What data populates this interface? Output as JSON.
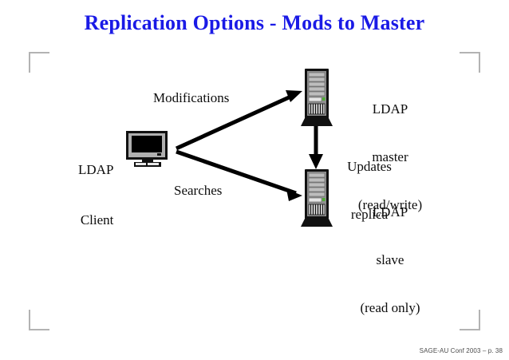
{
  "slide": {
    "title": "Replication Options - Mods to Master",
    "title_color": "#1a1ae6",
    "background_color": "#ffffff",
    "footer": "SAGE-AU Conf 2003 – p. 38"
  },
  "diagram": {
    "type": "flow",
    "nodes": [
      {
        "id": "client",
        "icon": "crt-monitor-icon",
        "label_line1": "LDAP",
        "label_line2": "Client"
      },
      {
        "id": "master",
        "icon": "server-tower-icon",
        "label_line1": "LDAP",
        "label_line2": "master",
        "label_line3": "(read/write)"
      },
      {
        "id": "slave",
        "icon": "server-tower-icon",
        "label_line1": "LDAP",
        "label_line2": "slave",
        "label_line3": "(read only)"
      }
    ],
    "edges": [
      {
        "id": "client-to-master",
        "label": "Modifications",
        "from": "client",
        "to": "master"
      },
      {
        "id": "client-to-slave",
        "label": "Searches",
        "from": "client",
        "to": "slave"
      },
      {
        "id": "master-to-slave",
        "label_line1": "Updates",
        "label_line2": "replica",
        "from": "master",
        "to": "slave"
      }
    ]
  },
  "labels": {
    "modifications": "Modifications",
    "searches": "Searches",
    "client_line1": "LDAP",
    "client_line2": "Client",
    "master_line1": "LDAP",
    "master_line2": "master",
    "master_line3": "(read/write)",
    "updates_line1": "Updates",
    "updates_line2": "replica",
    "slave_line1": "LDAP",
    "slave_line2": "slave",
    "slave_line3": "(read only)"
  },
  "colors": {
    "title": "#1a1ae6",
    "text": "#0d0d0d",
    "arrow": "#000000",
    "corner_mark": "#b3b3b3",
    "server_case": "#1a1a1a",
    "server_panel": "#a8a8a8",
    "server_led": "#4fae33",
    "monitor_screen": "#000000",
    "monitor_bezel": "#b0b0b0",
    "footer": "#4d4d4d"
  }
}
